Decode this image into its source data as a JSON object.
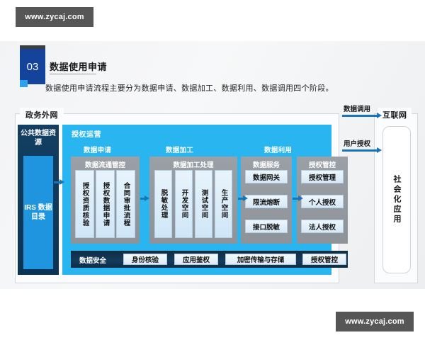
{
  "watermark": {
    "text": "www.zycaj.com"
  },
  "section": {
    "number": "03",
    "title": "数据使用申请",
    "description": "数据使用申请流程主要分为数据申请、数据加工、数据利用、数据调用四个阶段。"
  },
  "colors": {
    "badge_blue": "#13439b",
    "badge_accent": "#29a3f0",
    "cyan_panel": "#29b6f0",
    "navy_panel": "#123f63",
    "irs_blue": "#1f95e0",
    "gray_group": "#9aa0a6",
    "arrow_blue": "#1775b8",
    "security_bar": "#0f2c44"
  },
  "govnet": {
    "label": "政务外网",
    "public_data": {
      "title": "公共数据资源",
      "catalog": "IRS 数据目录"
    },
    "auth_operation": {
      "title": "授权运营",
      "stages": [
        {
          "label": "数据申请"
        },
        {
          "label": "数据加工"
        },
        {
          "label": "数据利用"
        }
      ],
      "groups": [
        {
          "title": "数据流通管控",
          "orientation": "vertical",
          "items": [
            "授权资质核验",
            "授权数据申请",
            "合同审批流程"
          ]
        },
        {
          "title": "数据加工处理",
          "orientation": "vertical",
          "items": [
            "脱敏处理",
            "开发空间",
            "测试空间",
            "生产空间"
          ]
        },
        {
          "title": "数据服务",
          "orientation": "horizontal",
          "items": [
            "数据网关",
            "限流熔断",
            "接口脱敏"
          ]
        },
        {
          "title": "授权管控",
          "orientation": "horizontal",
          "items": [
            "授权管理",
            "个人授权",
            "法人授权"
          ]
        }
      ],
      "security_bar": {
        "title": "数据安全",
        "items": [
          "身份核验",
          "应用鉴权",
          "加密传输与存储",
          "授权管控"
        ]
      }
    }
  },
  "internet": {
    "label": "互联网",
    "social_application": "社会化应用"
  },
  "connectors": [
    {
      "label": "数据调用"
    },
    {
      "label": "用户授权"
    }
  ]
}
